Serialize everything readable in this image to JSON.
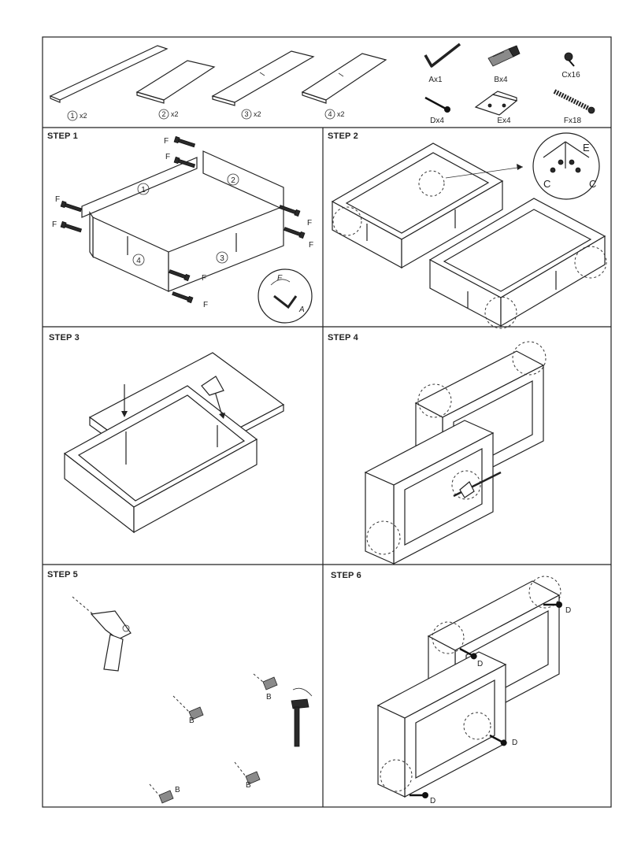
{
  "parts": [
    {
      "num": "1",
      "qty": "x2"
    },
    {
      "num": "2",
      "qty": "x2"
    },
    {
      "num": "3",
      "qty": "x2"
    },
    {
      "num": "4",
      "qty": "x2"
    }
  ],
  "hardware": [
    {
      "code": "Ax1",
      "icon": "allen-key-icon"
    },
    {
      "code": "Bx4",
      "icon": "wall-plug-icon"
    },
    {
      "code": "Cx16",
      "icon": "small-screw-icon"
    },
    {
      "code": "Dx4",
      "icon": "screw-icon"
    },
    {
      "code": "Ex4",
      "icon": "corner-bracket-icon"
    },
    {
      "code": "Fx18",
      "icon": "cam-bolt-icon"
    }
  ],
  "steps": [
    {
      "label": "STEP 1"
    },
    {
      "label": "STEP 2"
    },
    {
      "label": "STEP 3"
    },
    {
      "label": "STEP 4"
    },
    {
      "label": "STEP 5"
    },
    {
      "label": "STEP 6"
    }
  ],
  "step1": {
    "panel_nums": [
      "1",
      "2",
      "3",
      "4"
    ],
    "bolt": "F",
    "key": "A"
  },
  "step2": {
    "detail": [
      "E",
      "C",
      "C"
    ]
  },
  "step5": {
    "plug": "B"
  },
  "step6": {
    "screw": "D"
  }
}
